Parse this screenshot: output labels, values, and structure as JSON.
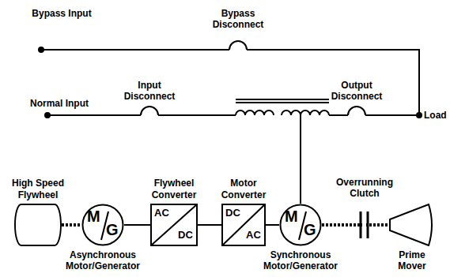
{
  "diagram": {
    "nodes": [
      {
        "text": [
          "High Speed Flywheel"
        ]
      },
      {
        "text": [
          "M",
          "G",
          "Asynchronous Motor/Generator"
        ]
      },
      {
        "text": [
          "Flywheel Converter",
          "AC",
          "DC"
        ]
      },
      {
        "text": [
          "Motor Converter",
          "DC",
          "AC"
        ]
      },
      {
        "text": [
          "M",
          "G",
          "Synchronous Motor/Generator"
        ]
      },
      {
        "text": [
          "Prime Mover"
        ]
      }
    ],
    "edges": [
      {
        "from": 0,
        "to": 1,
        "arrow": "none"
      },
      {
        "from": 1,
        "to": 2,
        "arrow": "none"
      },
      {
        "from": 2,
        "to": 3,
        "arrow": "none"
      },
      {
        "from": 3,
        "to": 4,
        "arrow": "none"
      },
      {
        "from": 4,
        "to": 5,
        "arrow": "none"
      }
    ],
    "labels": [
      "Bypass Input",
      "Bypass Disconnect",
      "Normal Input",
      "Input Disconnect",
      "Output Disconnect",
      "Load",
      "Overrunning Clutch"
    ]
  }
}
